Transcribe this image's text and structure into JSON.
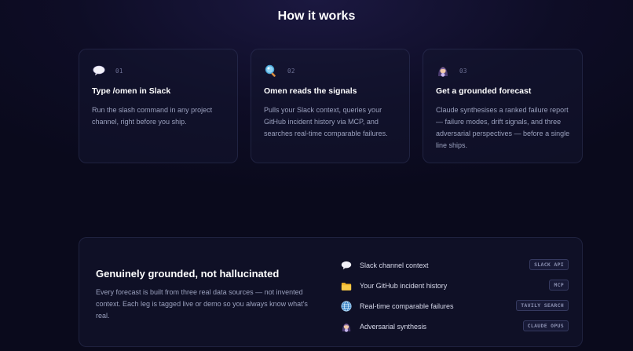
{
  "section": {
    "heading": "How it works"
  },
  "steps": [
    {
      "number": "01",
      "icon": "speech-bubble-icon",
      "title": "Type /omen in Slack",
      "description": "Run the slash command in any project channel, right before you ship."
    },
    {
      "number": "02",
      "icon": "magnifying-glass-icon",
      "title": "Omen reads the signals",
      "description": "Pulls your Slack context, queries your GitHub incident history via MCP, and searches real-time comparable failures."
    },
    {
      "number": "03",
      "icon": "fortune-teller-icon",
      "title": "Get a grounded forecast",
      "description": "Claude synthesises a ranked failure report — failure modes, drift signals, and three adversarial perspectives — before a single line ships."
    }
  ],
  "grounded": {
    "title": "Genuinely grounded, not hallucinated",
    "description": "Every forecast is built from three real data sources — not invented context. Each leg is tagged live or demo so you always know what's real.",
    "sources": [
      {
        "icon": "speech-bubble-icon",
        "label": "Slack channel context",
        "tag": "SLACK API"
      },
      {
        "icon": "folder-icon",
        "label": "Your GitHub incident history",
        "tag": "MCP"
      },
      {
        "icon": "globe-icon",
        "label": "Real-time comparable failures",
        "tag": "TAVILY SEARCH"
      },
      {
        "icon": "fortune-teller-icon",
        "label": "Adversarial synthesis",
        "tag": "CLAUDE OPUS"
      }
    ]
  },
  "colors": {
    "accent_purple": "#6a4fa6",
    "background": "#0e0d26",
    "card_border": "#2a2d55"
  }
}
